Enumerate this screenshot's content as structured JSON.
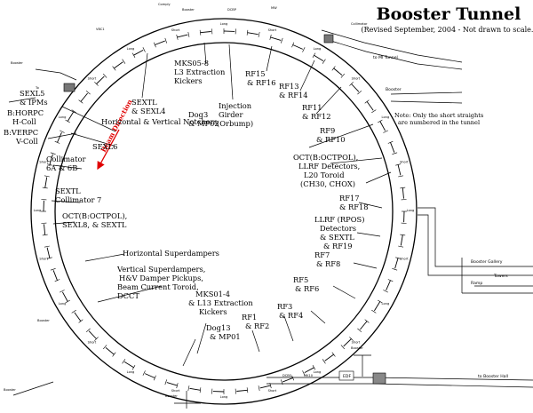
{
  "title": "Booster Tunnel",
  "subtitle": "(Revised September, 2004 - Not drawn to scale.)",
  "beam_direction": "Beam Direction",
  "note": [
    "Note: Only the short straights",
    "are numbered in the tunnel"
  ],
  "markers": {
    "long": "Long",
    "short": "Short",
    "edf": "EDF"
  },
  "labels": {
    "sextl_a": [
      "SEXTL",
      "& SEXL4"
    ],
    "dog3": [
      "Dog3",
      "& MP02"
    ],
    "mki": [
      "MKS05-8",
      "L3 Extraction",
      "Kickers"
    ],
    "injection": [
      "Injection",
      "Girder",
      "(Orbump)"
    ],
    "rf15": [
      "RF15",
      "& RF16"
    ],
    "rf13": [
      "RF13",
      "& RF14"
    ],
    "rf11": [
      "RF11",
      "& RF12"
    ],
    "rf9": [
      "RF9",
      "& RF10"
    ],
    "oct_llrf": [
      "OCT(B:OCTPOL),",
      "LLRF Detectors,",
      "L20 Toroid",
      "(CH30, CHOX)"
    ],
    "rf17": [
      "RF17",
      "& RF18"
    ],
    "llrf_rpos": [
      "LLRF (RPOS)",
      "Detectors",
      "& SEXTL",
      "& RF19"
    ],
    "rf7": [
      "RF7",
      "& RF8"
    ],
    "rf5": [
      "RF5",
      "& RF6"
    ],
    "rf3": [
      "RF3",
      "& RF4"
    ],
    "rf1": [
      "RF1",
      "& RF2"
    ],
    "mki_l13": [
      "MKS01-4",
      "& L13 Extraction",
      "Kickers"
    ],
    "dog13": [
      "Dog13",
      "& MP01"
    ],
    "vsd": [
      "Vertical Superdampers,",
      "H&V Damper Pickups,",
      "Beam Current Toroid,",
      "DCCT"
    ],
    "hsd": "Horizontal Superdampers",
    "oct_sextl": [
      "OCT(B:OCTPOL),",
      "SEXL8, & SEXTL"
    ],
    "sextl7": [
      "SEXTL",
      "Collimator 7"
    ],
    "collimator6": [
      "Collimator",
      "6A & 6B"
    ],
    "notchers": "Horizontal & Vertical Notchers",
    "sexl6": "SEXL6",
    "left": [
      "SEXL5",
      "& IPMs",
      "B:HORPC",
      "H-Coll",
      "B:VERPC",
      "V-Coll"
    ]
  },
  "ext": [
    "Booster",
    "DCBP",
    "Comply",
    "MW",
    "VBC1",
    "Collimator",
    "to MI Tunnel",
    "Booster",
    "Booster",
    "To",
    "Booster Gallery",
    "Towers",
    "Ramp",
    "to Booster Hall",
    "Booster",
    "Booster",
    "Booster",
    "Booster",
    "DCBS",
    "MK10"
  ]
}
